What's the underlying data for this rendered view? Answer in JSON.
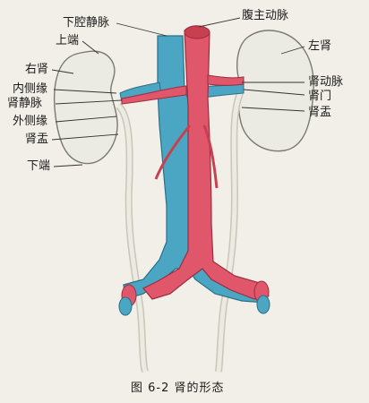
{
  "diagram": {
    "labels": {
      "ivc": "下腔静脉",
      "aorta": "腹主动脉",
      "upper_pole": "上端",
      "right_kidney": "右肾",
      "medial_border": "内侧缘",
      "renal_vein": "肾静脉",
      "lateral_border": "外侧缘",
      "renal_pelvis_right": "肾盂",
      "lower_pole": "下端",
      "left_kidney": "左肾",
      "renal_artery": "肾动脉",
      "renal_hilum": "肾门",
      "renal_pelvis_left": "肾盂"
    },
    "caption": "图 6-2   肾的形态"
  },
  "colors": {
    "artery": "#e0566a",
    "vein": "#4aa6c2",
    "kidney": "#ecebe3",
    "ureter": "#e4e2d6",
    "background": "#f1efe7"
  }
}
